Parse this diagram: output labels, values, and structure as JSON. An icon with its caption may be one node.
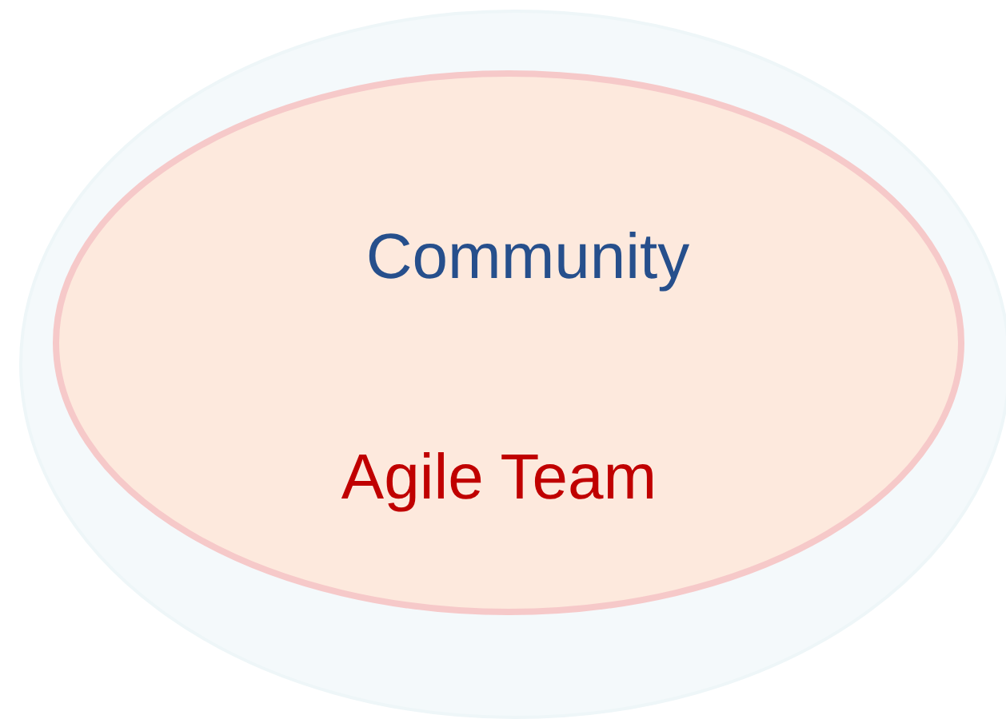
{
  "diagram": {
    "nodes": [
      {
        "text": [],
        "shape": "ellipse"
      },
      {
        "text": [
          "Community",
          "Agile Team"
        ],
        "in": 0
      }
    ]
  }
}
